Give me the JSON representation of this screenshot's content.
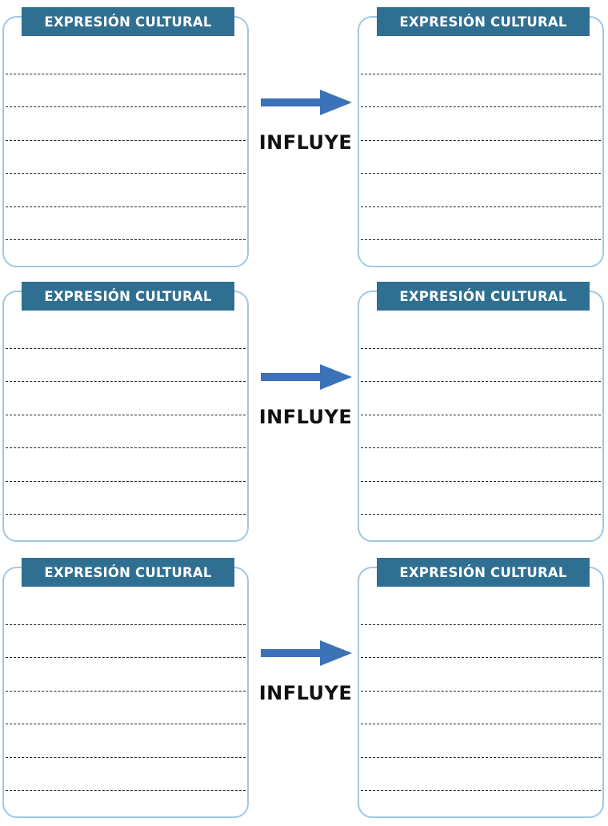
{
  "box_title": "EXPRESIÓN CULTURAL",
  "connector_label": "INFLUYE",
  "colors": {
    "header_bg": "#2f6f92",
    "box_border": "#9fc8e3",
    "arrow": "#3b72b8"
  },
  "rows": [
    {
      "left_title": "EXPRESIÓN CULTURAL",
      "connector": "INFLUYE",
      "right_title": "EXPRESIÓN CULTURAL"
    },
    {
      "left_title": "EXPRESIÓN CULTURAL",
      "connector": "INFLUYE",
      "right_title": "EXPRESIÓN CULTURAL"
    },
    {
      "left_title": "EXPRESIÓN CULTURAL",
      "connector": "INFLUYE",
      "right_title": "EXPRESIÓN CULTURAL"
    }
  ],
  "icons": {
    "connector_icon": "arrow-right-icon"
  }
}
